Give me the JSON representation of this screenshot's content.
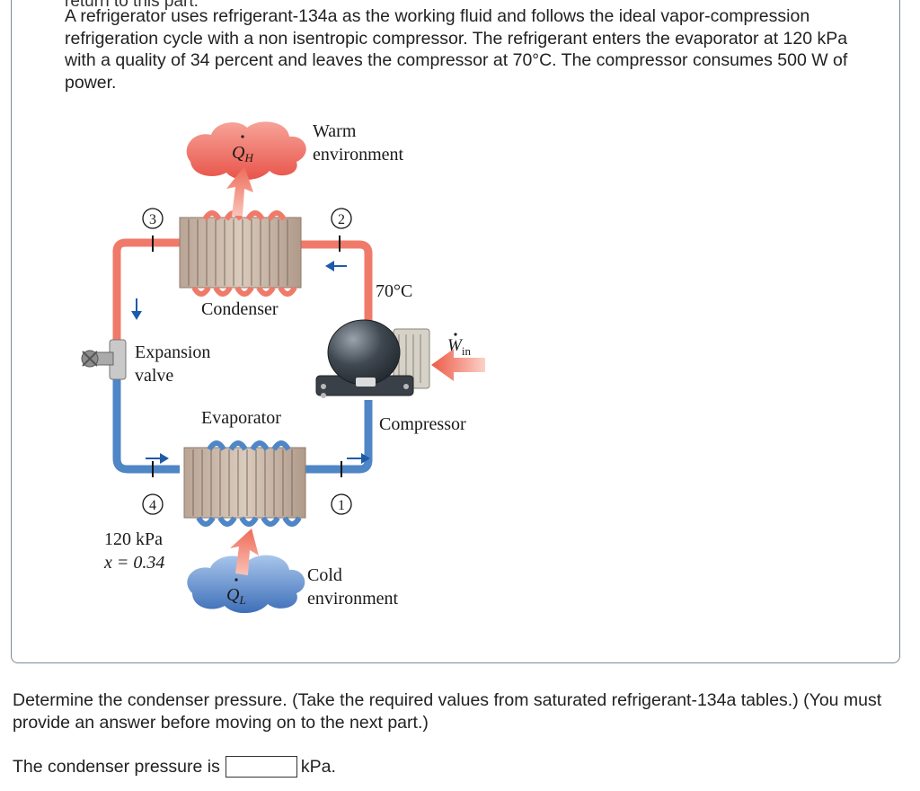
{
  "header": {
    "cut_text": "return to this part."
  },
  "problem": {
    "statement": "A refrigerator uses refrigerant-134a as the working fluid and follows the ideal vapor-compression refrigeration cycle with a non isentropic compressor. The refrigerant enters the evaporator at 120 kPa with a quality of 34 percent and leaves the compressor at 70°C. The compressor consumes 500 W of power."
  },
  "diagram": {
    "qh_label": "Q",
    "qh_sub": "H",
    "ql_label": "Q",
    "ql_sub": "L",
    "win_label": "W",
    "win_sub": "in",
    "warm_line1": "Warm",
    "warm_line2": "environment",
    "cold_line1": "Cold",
    "cold_line2": "environment",
    "condenser": "Condenser",
    "evaporator": "Evaporator",
    "compressor": "Compressor",
    "expansion_line1": "Expansion",
    "expansion_line2": "valve",
    "temp_label": "70°C",
    "state_pressure": "120 kPa",
    "state_quality": "x = 0.34",
    "state1": "1",
    "state2": "2",
    "state3": "3",
    "state4": "4",
    "colors": {
      "hot_pipe": "#f07a6a",
      "cold_pipe": "#4f86c6",
      "hot_cloud": "#f26b5b",
      "cold_cloud": "#4a7fc4"
    }
  },
  "question": {
    "text": "Determine the condenser pressure. (Take the required values from saturated refrigerant-134a tables.) (You must provide an answer before moving on to the next part.)",
    "answer_prefix": "The condenser pressure is",
    "answer_value": "",
    "answer_unit": "kPa."
  }
}
